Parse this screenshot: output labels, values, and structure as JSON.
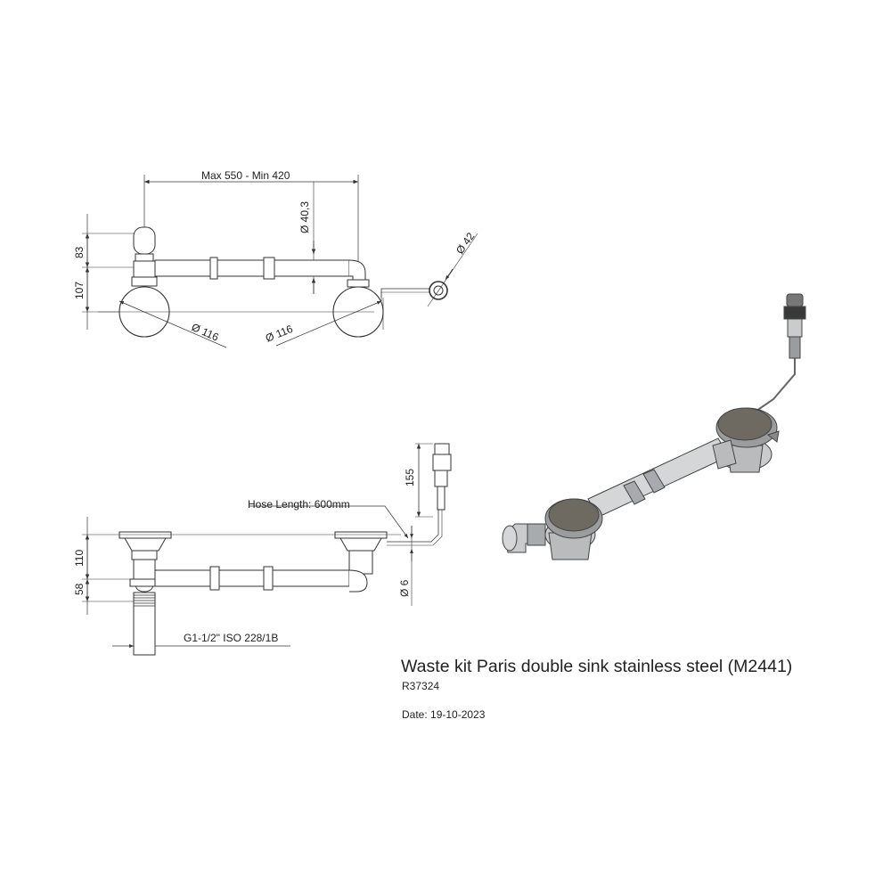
{
  "title": "Waste kit Paris double sink stainless steel (M2441)",
  "code": "R37324",
  "date": "Date: 19-10-2023",
  "dimensions": {
    "span": "Max 550 - Min 420",
    "d_40_3": "Ø 40,3",
    "d_42": "Ø 42",
    "h_83": "83",
    "h_107": "107",
    "d_116_left": "Ø 116",
    "d_116_right": "Ø 116",
    "h_155": "155",
    "hose": "Hose Length: 600mm",
    "h_110": "110",
    "h_58": "58",
    "d_6": "Ø 6",
    "thread": "G1-1/2\" ISO 228/1B"
  },
  "colors": {
    "line": "#333333",
    "dim": "#555555",
    "metal": "#c9cbcd",
    "metal_dark": "#8d9092",
    "plug": "#6e6a62"
  }
}
